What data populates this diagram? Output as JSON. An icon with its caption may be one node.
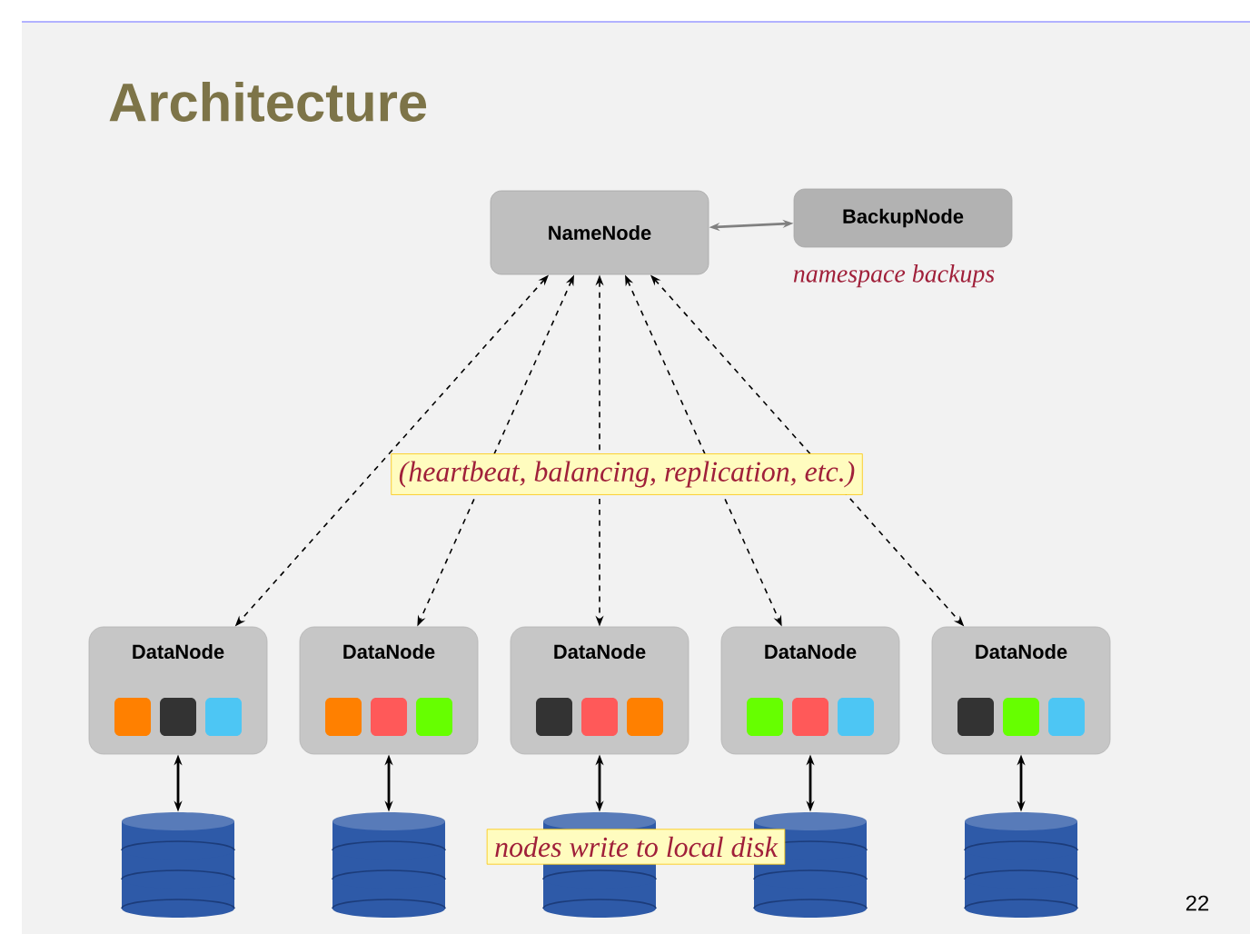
{
  "diagram": {
    "title": "Architecture",
    "nodes": [
      {
        "text": [
          "NameNode"
        ]
      },
      {
        "text": [
          "BackupNode"
        ],
        "beside": [
          "namespace backups"
        ]
      },
      {
        "text": [
          "DataNode"
        ]
      },
      {
        "text": [
          "DataNode"
        ]
      },
      {
        "text": [
          "DataNode"
        ]
      },
      {
        "text": [
          "DataNode"
        ]
      },
      {
        "text": [
          "DataNode"
        ]
      },
      {
        "text": [],
        "shape": "cylinder"
      },
      {
        "text": [],
        "shape": "cylinder"
      },
      {
        "text": [],
        "shape": "cylinder"
      },
      {
        "text": [],
        "shape": "cylinder"
      },
      {
        "text": [],
        "shape": "cylinder"
      }
    ],
    "edges": [
      {
        "from": 0,
        "to": 1,
        "arrow": "both",
        "color": "#808080"
      },
      {
        "from": 0,
        "to": 2,
        "arrow": "both",
        "style": "dashed"
      },
      {
        "from": 0,
        "to": 3,
        "arrow": "both",
        "style": "dashed"
      },
      {
        "from": 0,
        "to": 4,
        "arrow": "both",
        "style": "dashed"
      },
      {
        "from": 0,
        "to": 5,
        "arrow": "both",
        "style": "dashed"
      },
      {
        "from": 0,
        "to": 6,
        "arrow": "both",
        "style": "dashed"
      },
      {
        "from": 2,
        "to": 7,
        "arrow": "both"
      },
      {
        "from": 3,
        "to": 8,
        "arrow": "both"
      },
      {
        "from": 4,
        "to": 9,
        "arrow": "both"
      },
      {
        "from": 5,
        "to": 10,
        "arrow": "both"
      },
      {
        "from": 6,
        "to": 11,
        "arrow": "both"
      }
    ],
    "labels": [
      "(heartbeat, balancing, replication, etc.)",
      "nodes write to local disk",
      "22"
    ]
  }
}
